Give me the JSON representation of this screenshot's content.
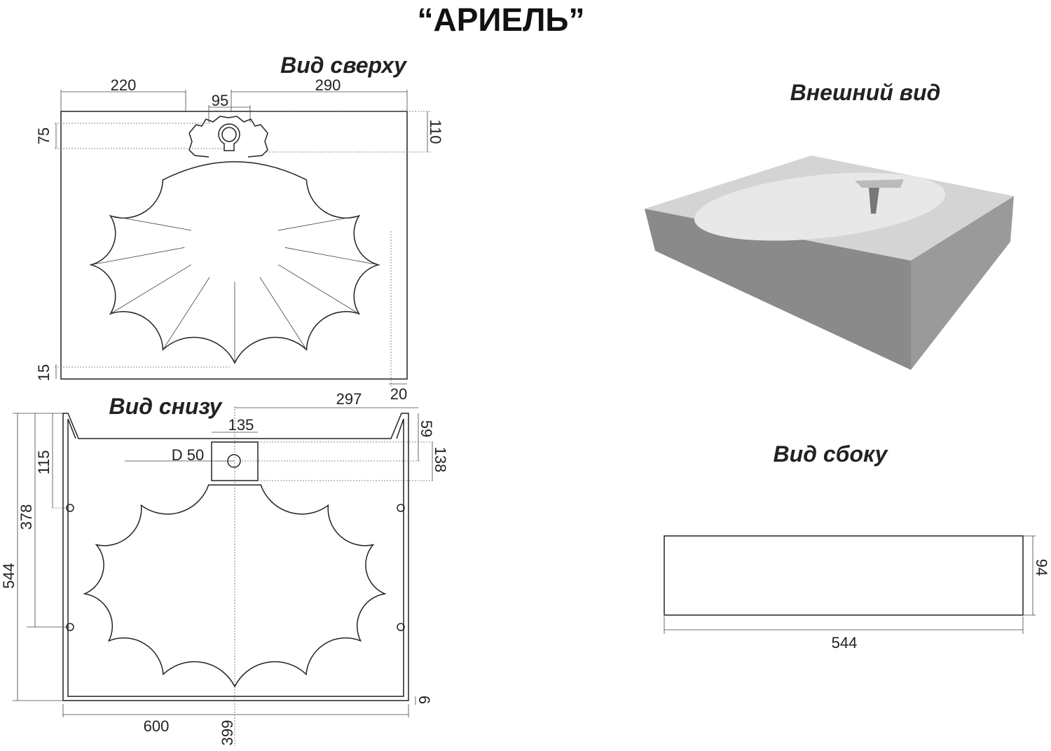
{
  "title": "“АРИЕЛЬ”",
  "views": {
    "top": "Вид сверху",
    "bottom": "Вид снизу",
    "exterior": "Внешний вид",
    "side": "Вид сбоку"
  },
  "dimensions": {
    "top": {
      "d220": "220",
      "d290": "290",
      "d95": "95",
      "d75": "75",
      "d110": "110",
      "d15": "15",
      "d20": "20"
    },
    "bottom": {
      "d297": "297",
      "d135": "135",
      "d59": "59",
      "d138": "138",
      "hole": "D 50",
      "d115": "115",
      "d378": "378",
      "d544": "544",
      "d600": "600",
      "d399": "399",
      "d6": "6"
    },
    "side": {
      "d94": "94",
      "d544": "544"
    }
  }
}
